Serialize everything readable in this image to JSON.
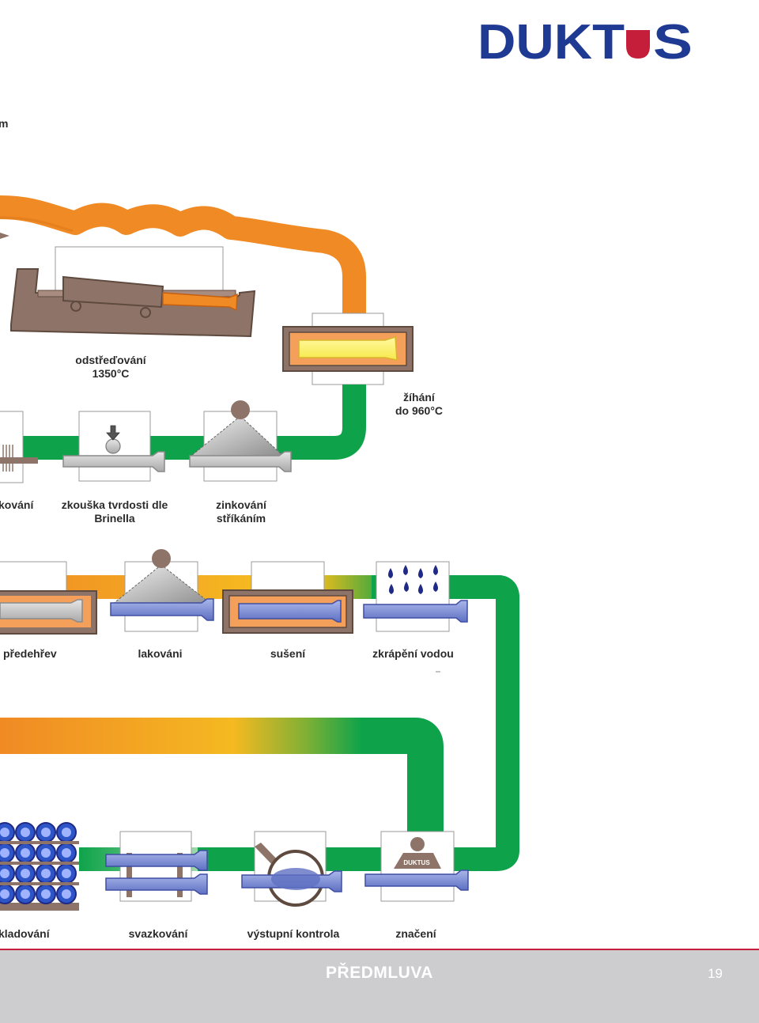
{
  "logo": {
    "text": "DUKTUS",
    "color": "#1f3a93",
    "accent": "#c41e3a"
  },
  "cut_text": {
    "top_left": "m"
  },
  "steps": {
    "centrifugal": "odstřeďování\n1350°C",
    "annealing": "žíhání\ndo 960°C",
    "partial_left": "kování",
    "hardness": "zkouška tvrdosti dle\nBrinella",
    "zinc": "zinkování\nstříkáním",
    "preheat": "předehřev",
    "coating": "lakováni",
    "drying": "sušení",
    "quench": "zkrápění vodou",
    "storage": "kladování",
    "bundling": "svazkování",
    "inspection": "výstupní kontrola",
    "marking": "značení"
  },
  "colors": {
    "hot": "#f08a24",
    "cool": "#0ea34a",
    "yellow": "#f5b921",
    "pipe_blue": "#7e8fd6",
    "brown": "#8e7468",
    "dark_blue": "#1f2a86"
  },
  "footer": {
    "title": "PŘEDMLUVA",
    "page": "19"
  }
}
